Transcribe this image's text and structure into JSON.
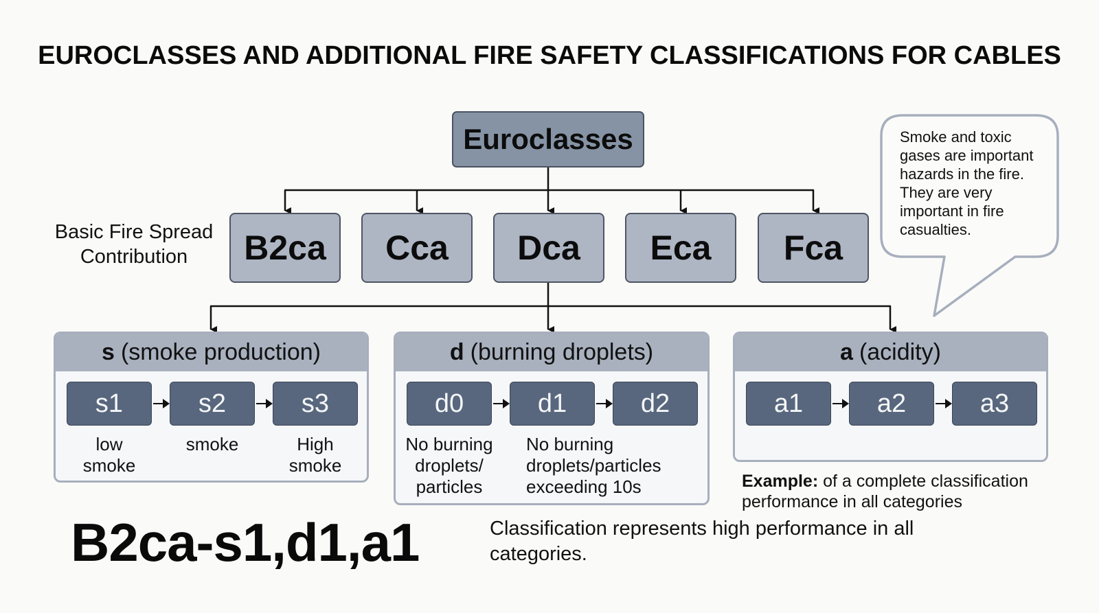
{
  "title": "EUROCLASSES AND ADDITIONAL FIRE SAFETY CLASSIFICATIONS FOR CABLES",
  "root": {
    "label": "Euroclasses"
  },
  "basic_row": {
    "label_line1": "Basic Fire Spread",
    "label_line2": "Contribution",
    "classes": [
      "B2ca",
      "Cca",
      "Dca",
      "Eca",
      "Fca"
    ]
  },
  "groups": [
    {
      "letter": "s",
      "name": "(smoke production)",
      "items": [
        "s1",
        "s2",
        "s3"
      ],
      "descriptions": [
        {
          "line1": "low",
          "line2": "smoke"
        },
        {
          "line1": "smoke",
          "line2": ""
        },
        {
          "line1": "High",
          "line2": "smoke"
        }
      ]
    },
    {
      "letter": "d",
      "name": "(burning droplets)",
      "items": [
        "d0",
        "d1",
        "d2"
      ],
      "descriptions": [
        {
          "line1": "No burning",
          "line2": "droplets/",
          "line3": "particles"
        },
        {
          "line1": "No burning",
          "line2": "droplets/particles",
          "line3": "exceeding 10s"
        }
      ]
    },
    {
      "letter": "a",
      "name": "(acidity)",
      "items": [
        "a1",
        "a2",
        "a3"
      ],
      "descriptions": []
    }
  ],
  "callout": {
    "lines": [
      "Smoke and toxic",
      "gases are important",
      "hazards in the fire.",
      "They are very",
      "important in fire",
      "casualties."
    ]
  },
  "example": {
    "label": "Example:",
    "text_line1": " of a complete classification",
    "text_line2": "performance in all categories"
  },
  "example_code": "B2ca-s1,d1,a1",
  "example_description": {
    "line1": "Classification represents high performance in all",
    "line2": "categories."
  },
  "colors": {
    "root_fill": "#8593a5",
    "class_fill": "#aeb6c4",
    "group_header": "#a9b1bf",
    "sub_fill": "#58677d",
    "callout_border": "#a7afbd"
  }
}
